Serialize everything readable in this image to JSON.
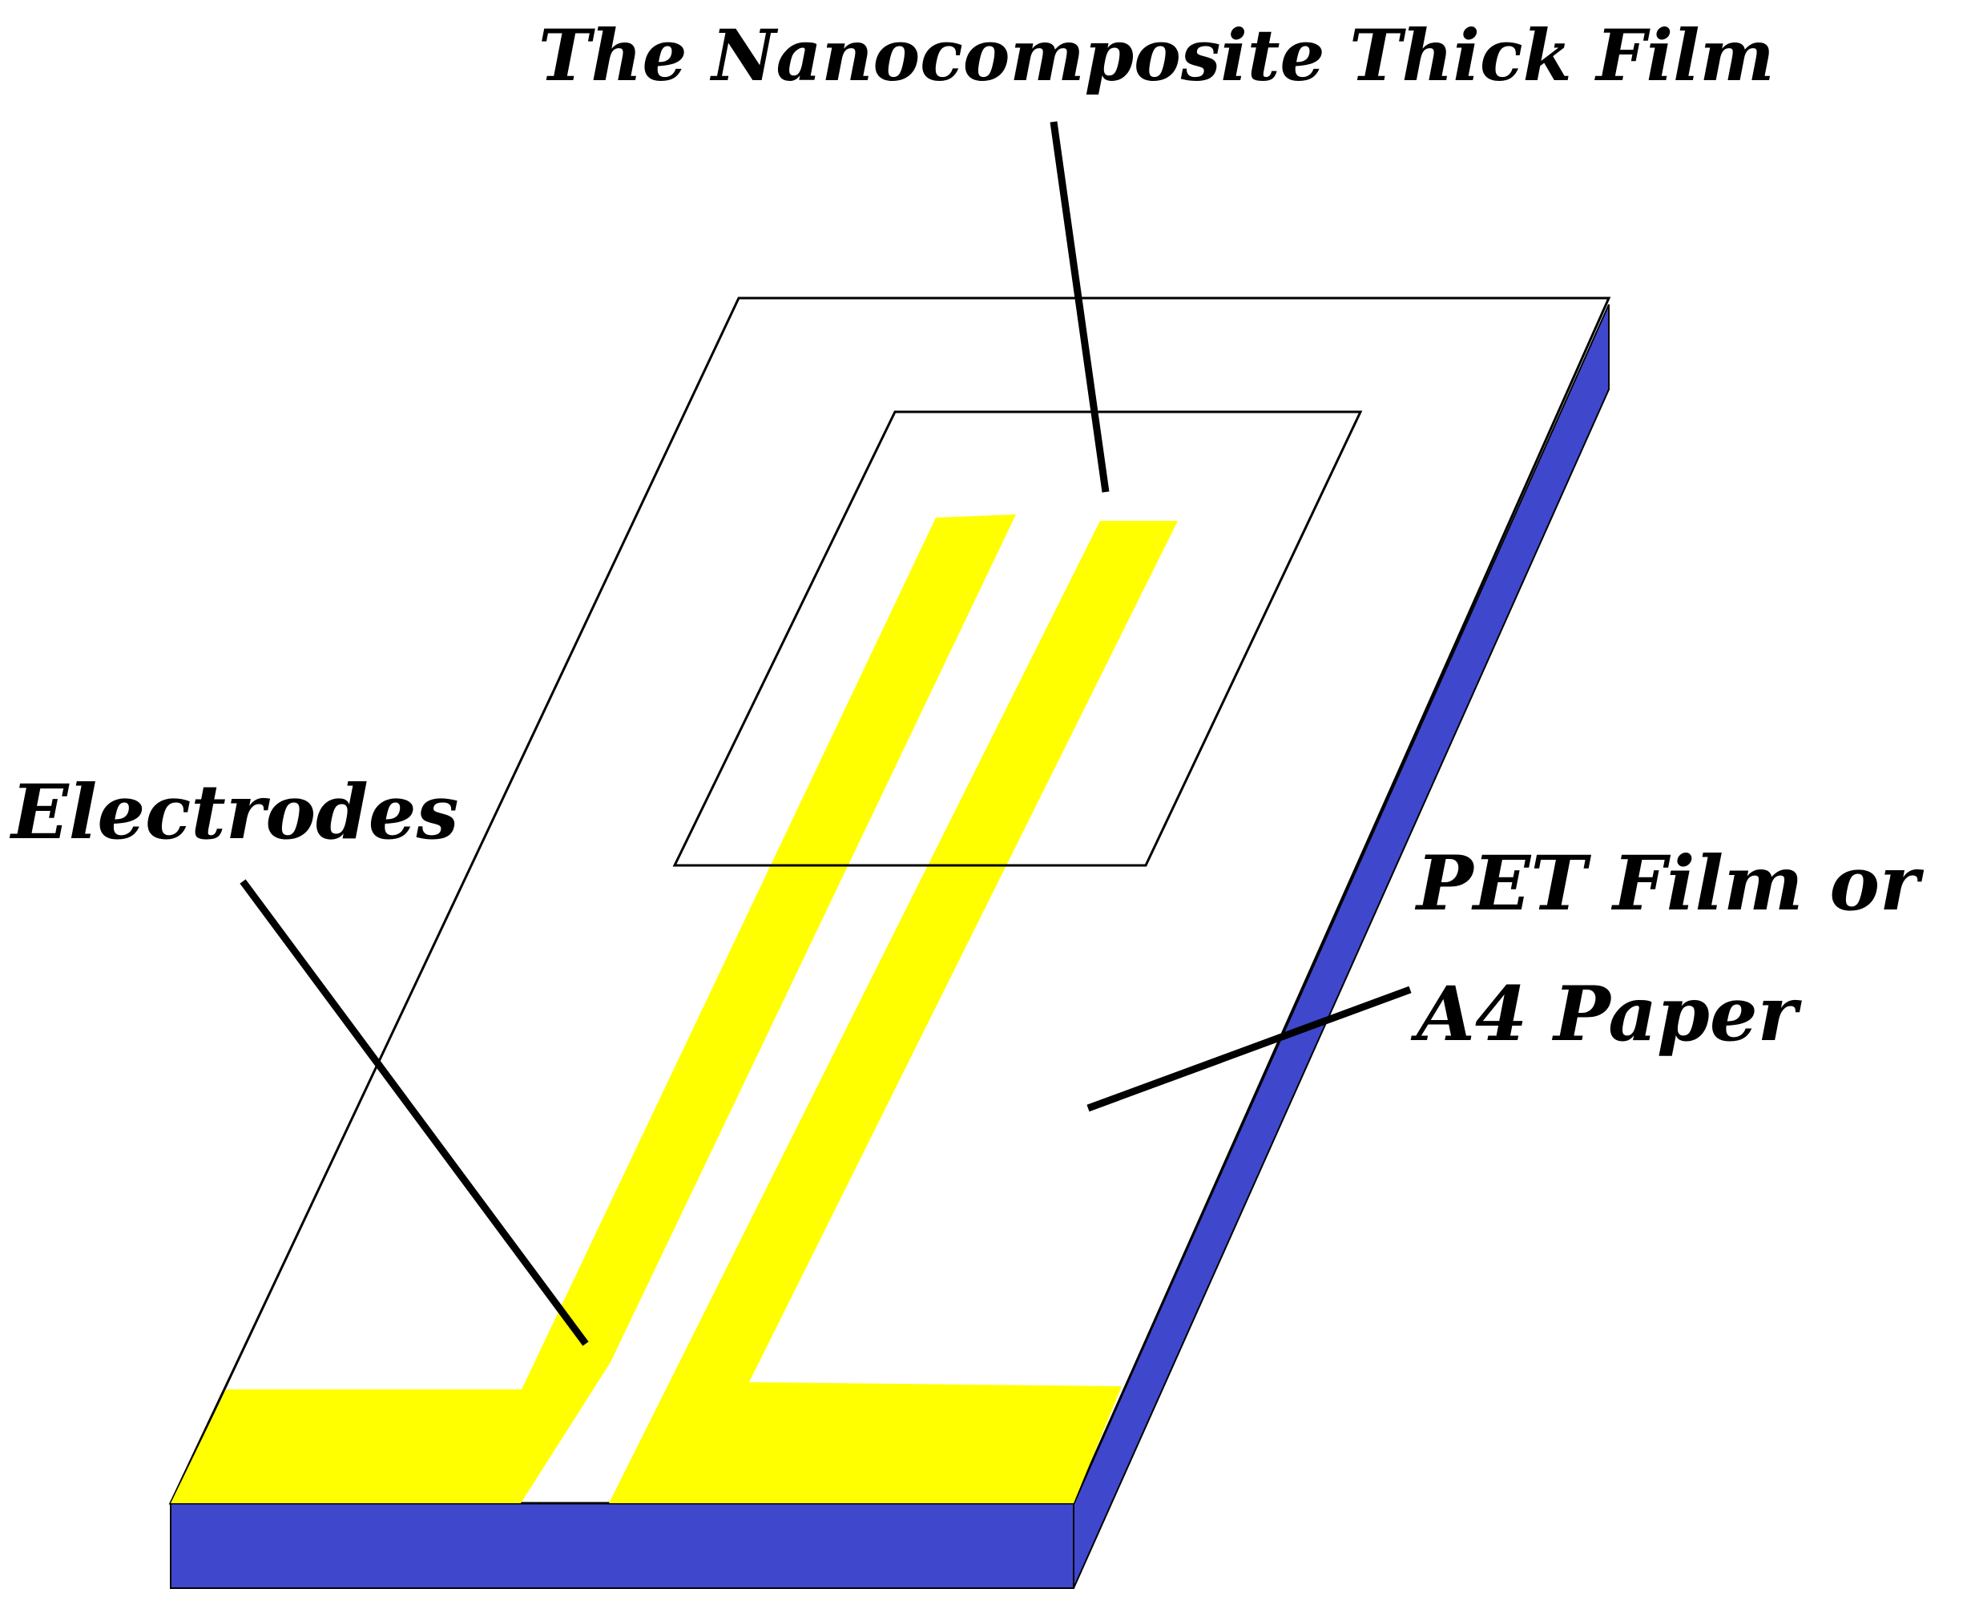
{
  "labels": {
    "film": "The Nanocomposite Thick Film",
    "electrodes": "Electrodes",
    "substrate_line1": "PET Film or",
    "substrate_line2": "A4 Paper"
  },
  "colors": {
    "electrode": "#ffff00",
    "substrate_edge": "#3f48cc",
    "outline": "#000000",
    "surface": "#ffffff"
  }
}
